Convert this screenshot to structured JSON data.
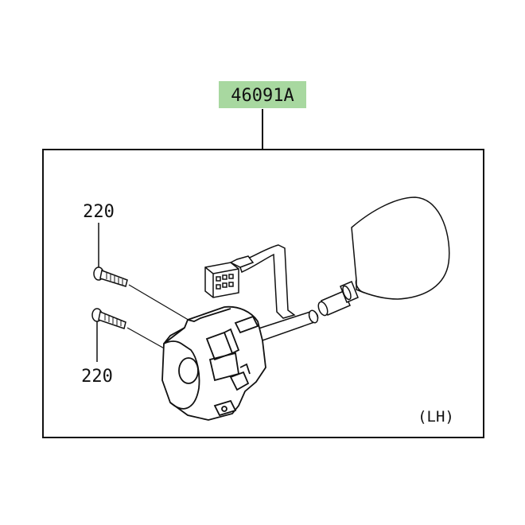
{
  "callouts": {
    "main_part": "46091A",
    "screw_top": "220",
    "screw_bottom": "220",
    "side": "(LH)"
  },
  "colors": {
    "highlight": "#a8d8a0",
    "line": "#111111",
    "background": "#ffffff"
  }
}
